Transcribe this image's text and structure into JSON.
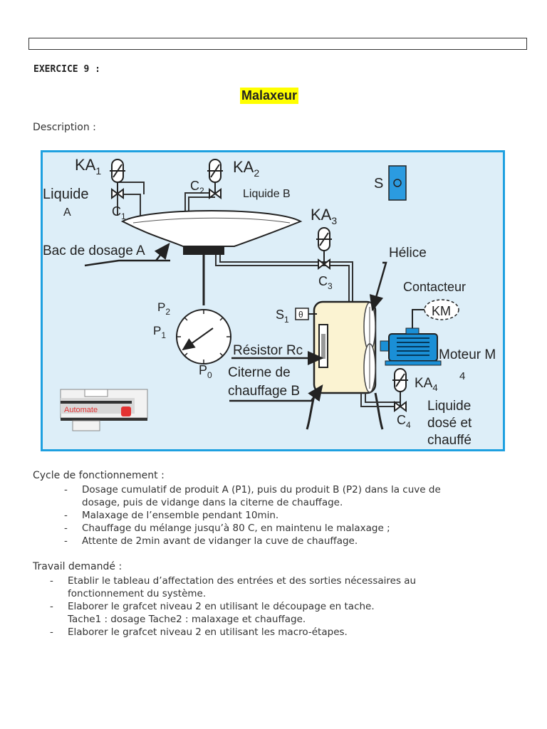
{
  "exercise": "EXERCICE 9 :",
  "title": "Malaxeur",
  "description_label": "Description :",
  "diagram": {
    "ka1": "KA",
    "ka1_sub": "1",
    "ka2": "KA",
    "ka2_sub": "2",
    "ka3": "KA",
    "ka3_sub": "3",
    "ka4": "KA",
    "ka4_sub": "4",
    "c1": "C",
    "c1_sub": "1",
    "c2": "C",
    "c2_sub": "2",
    "c3": "C",
    "c3_sub": "3",
    "c4": "C",
    "c4_sub": "4",
    "liquide_a_1": "Liquide",
    "liquide_a_2": "A",
    "liquide_b": "Liquide B",
    "s": "S",
    "bac": "Bac de dosage A",
    "helice": "Hélice",
    "contacteur": "Contacteur",
    "km": "KM",
    "s1": "S",
    "s1_sub": "1",
    "theta": "θ",
    "p2": "P",
    "p2_sub": "2",
    "p1": "P",
    "p1_sub": "1",
    "p0": "P",
    "p0_sub": "0",
    "resistor": "Résistor Rc",
    "citerne_1": "Citerne de",
    "citerne_2": "chauffage B",
    "moteur_1": "Moteur M",
    "moteur_2": "4",
    "liquide_out_1": "Liquide",
    "liquide_out_2": "dosé et",
    "liquide_out_3": "chauffé",
    "automate": "Automate",
    "colors": {
      "border": "#1ea0e0",
      "background": "#ddeef8",
      "tank": "#fbf3d2",
      "motor": "#1a8fd6",
      "automate_red": "#e33333"
    }
  },
  "cycle": {
    "heading": "Cycle de fonctionnement :",
    "items": [
      {
        "line1": "Dosage cumulatif de produit A (P1), puis du produit B (P2) dans la cuve de",
        "line2": "dosage, puis de vidange dans la citerne de chauffage."
      },
      {
        "line1": "Malaxage de l’ensemble pendant 10min.",
        "line2": ""
      },
      {
        "line1": "Chauffage du mélange jusqu’à 80 C, en maintenu le malaxage ;",
        "line2": ""
      },
      {
        "line1": "Attente de 2min avant de vidanger  la cuve de chauffage.",
        "line2": ""
      }
    ]
  },
  "travail": {
    "heading": "Travail demandé :",
    "items": [
      {
        "line1": "Etablir le tableau d’affectation des entrées et des sorties nécessaires au",
        "line2": "fonctionnement du système."
      },
      {
        "line1": "Elaborer le grafcet niveau 2 en utilisant le découpage en tache.",
        "line2": "Tache1 : dosage  Tache2 : malaxage et chauffage."
      },
      {
        "line1": "Elaborer le grafcet niveau 2 en utilisant les macro-étapes.",
        "line2": ""
      }
    ]
  }
}
